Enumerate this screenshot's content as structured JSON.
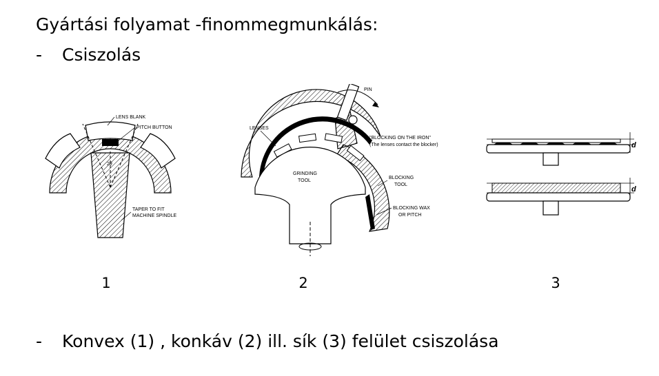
{
  "slide": {
    "title": "Gyártási folyamat -finommegmunkálás:",
    "bullets": [
      {
        "dash": "-",
        "text": "Csiszolás"
      },
      {
        "dash": "-",
        "text": "Konvex (1) , konkáv (2) ill. sík (3) felület csiszolása"
      }
    ]
  },
  "figures": [
    {
      "number": "1",
      "labels": {
        "lens_blank": "LENS BLANK",
        "pitch_button": "PITCH BUTTON",
        "angle": "2θ",
        "taper_line1": "TAPER TO FIT",
        "taper_line2": "MACHINE SPINDLE"
      }
    },
    {
      "number": "2",
      "labels": {
        "pin": "PIN",
        "lenses": "LENSES",
        "blocking_iron": "\"BLOCKING ON THE IRON\"",
        "blocking_note": "(The lenses contact the blocker)",
        "grinding_tool_1": "GRINDING",
        "grinding_tool_2": "TOOL",
        "blocking_tool_1": "BLOCKING",
        "blocking_tool_2": "TOOL",
        "blocking_wax_1": "BLOCKING WAX",
        "blocking_wax_2": "OR PITCH"
      }
    },
    {
      "number": "3",
      "labels": {
        "d_top": "d",
        "d_bottom": "d"
      }
    }
  ]
}
